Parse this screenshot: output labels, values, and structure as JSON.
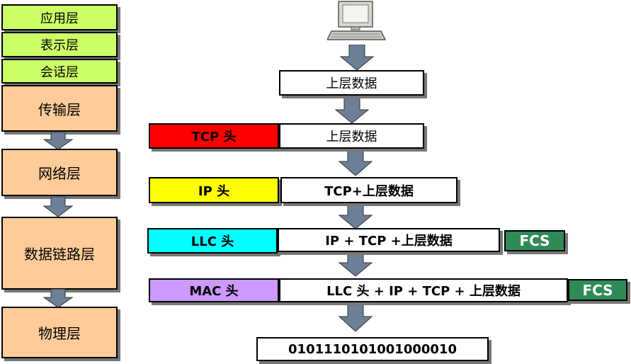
{
  "colors": {
    "osi_upper": "#ccff66",
    "osi_lower": "#ffcc99",
    "tcp_header": "#ff0000",
    "ip_header": "#ffff00",
    "llc_header": "#00ffff",
    "mac_header": "#cc99ff",
    "fcs": "#2e8b57",
    "arrow": "#6c7f96"
  },
  "osi_layers": [
    {
      "label": "应用层"
    },
    {
      "label": "表示层"
    },
    {
      "label": "会话层"
    },
    {
      "label": "传输层"
    },
    {
      "label": "网络层"
    },
    {
      "label": "数据链路层"
    },
    {
      "label": "物理层"
    }
  ],
  "encapsulation": {
    "computer_icon": "computer-icon",
    "row1": {
      "data": "上层数据"
    },
    "row2": {
      "header": "TCP 头",
      "data": "上层数据"
    },
    "row3": {
      "header": "IP 头",
      "data": "TCP+上层数据"
    },
    "row4": {
      "header": "LLC 头",
      "data": "IP + TCP +上层数据",
      "trailer": "FCS"
    },
    "row5": {
      "header": "MAC 头",
      "data": "LLC 头 + IP + TCP + 上层数据",
      "trailer": "FCS"
    },
    "bits": "0101110101001000010"
  }
}
